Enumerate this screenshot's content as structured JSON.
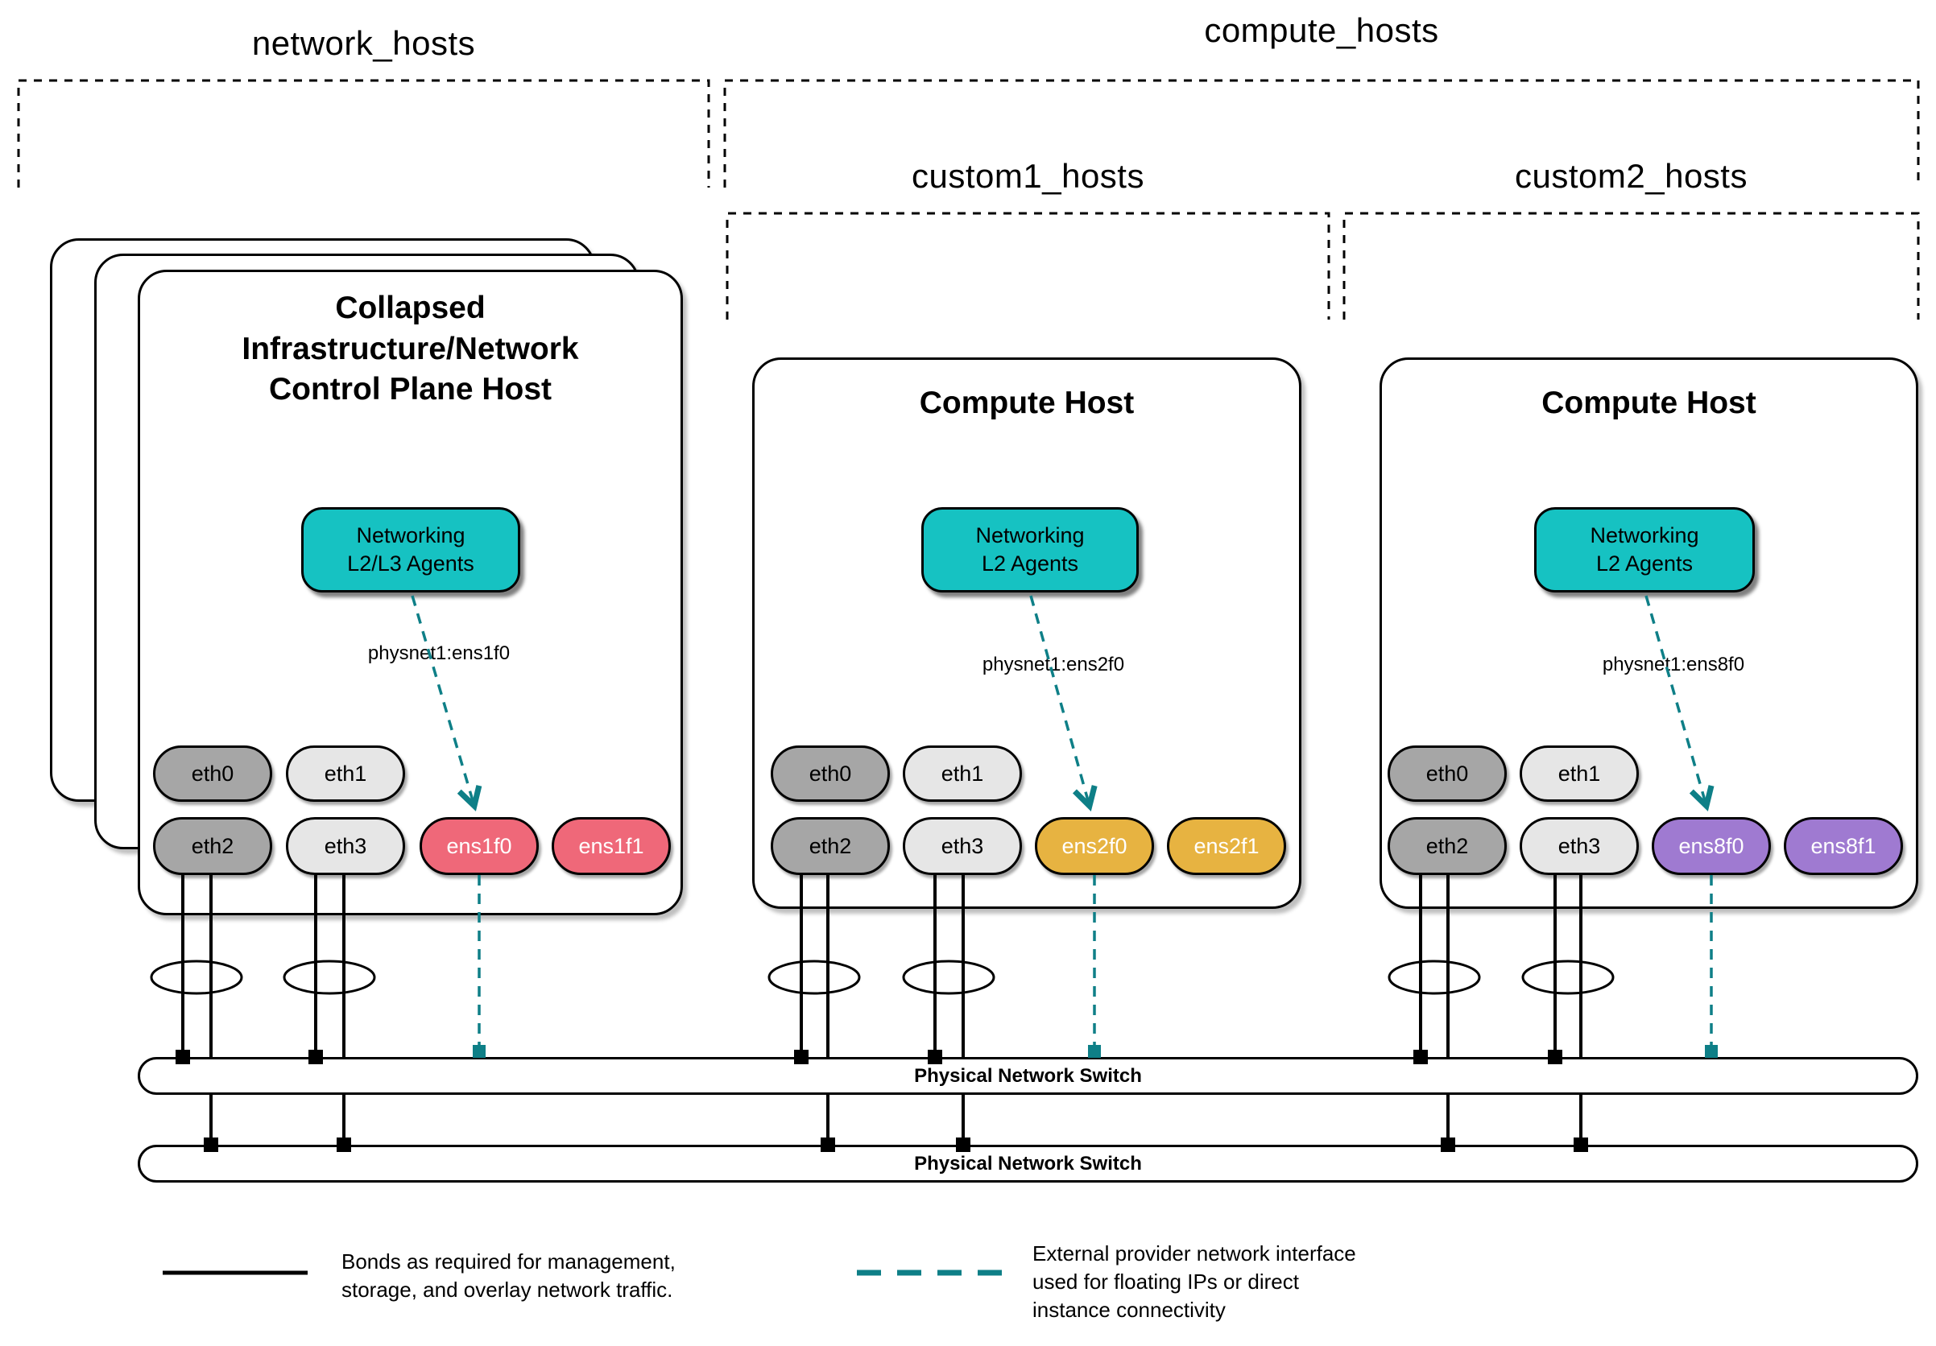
{
  "colors": {
    "teal": "#16c2c2",
    "teal-dark": "#0e7f87",
    "pink": "#ef6879",
    "gold": "#e7b341",
    "purple": "#9f7ad1",
    "gray-dark": "#a6a6a6",
    "gray-light": "#e6e6e6"
  },
  "groups": {
    "network": {
      "label": "network_hosts"
    },
    "compute": {
      "label": "compute_hosts"
    },
    "custom1": {
      "label": "custom1_hosts"
    },
    "custom2": {
      "label": "custom2_hosts"
    }
  },
  "hosts": [
    {
      "title": "Collapsed\nInfrastructure/Network\nControl Plane Host",
      "agent_label": "Networking\nL2/L3 Agents",
      "physnet_label": "physnet1:ens1f0",
      "nics": {
        "eth0": "eth0",
        "eth1": "eth1",
        "eth2": "eth2",
        "eth3": "eth3",
        "prov0": "ens1f0",
        "prov1": "ens1f1"
      }
    },
    {
      "title": "Compute Host",
      "agent_label": "Networking\nL2 Agents",
      "physnet_label": "physnet1:ens2f0",
      "nics": {
        "eth0": "eth0",
        "eth1": "eth1",
        "eth2": "eth2",
        "eth3": "eth3",
        "prov0": "ens2f0",
        "prov1": "ens2f1"
      }
    },
    {
      "title": "Compute Host",
      "agent_label": "Networking\nL2 Agents",
      "physnet_label": "physnet1:ens8f0",
      "nics": {
        "eth0": "eth0",
        "eth1": "eth1",
        "eth2": "eth2",
        "eth3": "eth3",
        "prov0": "ens8f0",
        "prov1": "ens8f1"
      }
    }
  ],
  "switches": [
    {
      "label": "Physical Network Switch"
    },
    {
      "label": "Physical Network Switch"
    }
  ],
  "legend": {
    "bond_text": "Bonds as required for management,\nstorage, and overlay network traffic.",
    "provider_text": "External provider network interface\nused for floating IPs or direct\ninstance connectivity"
  }
}
